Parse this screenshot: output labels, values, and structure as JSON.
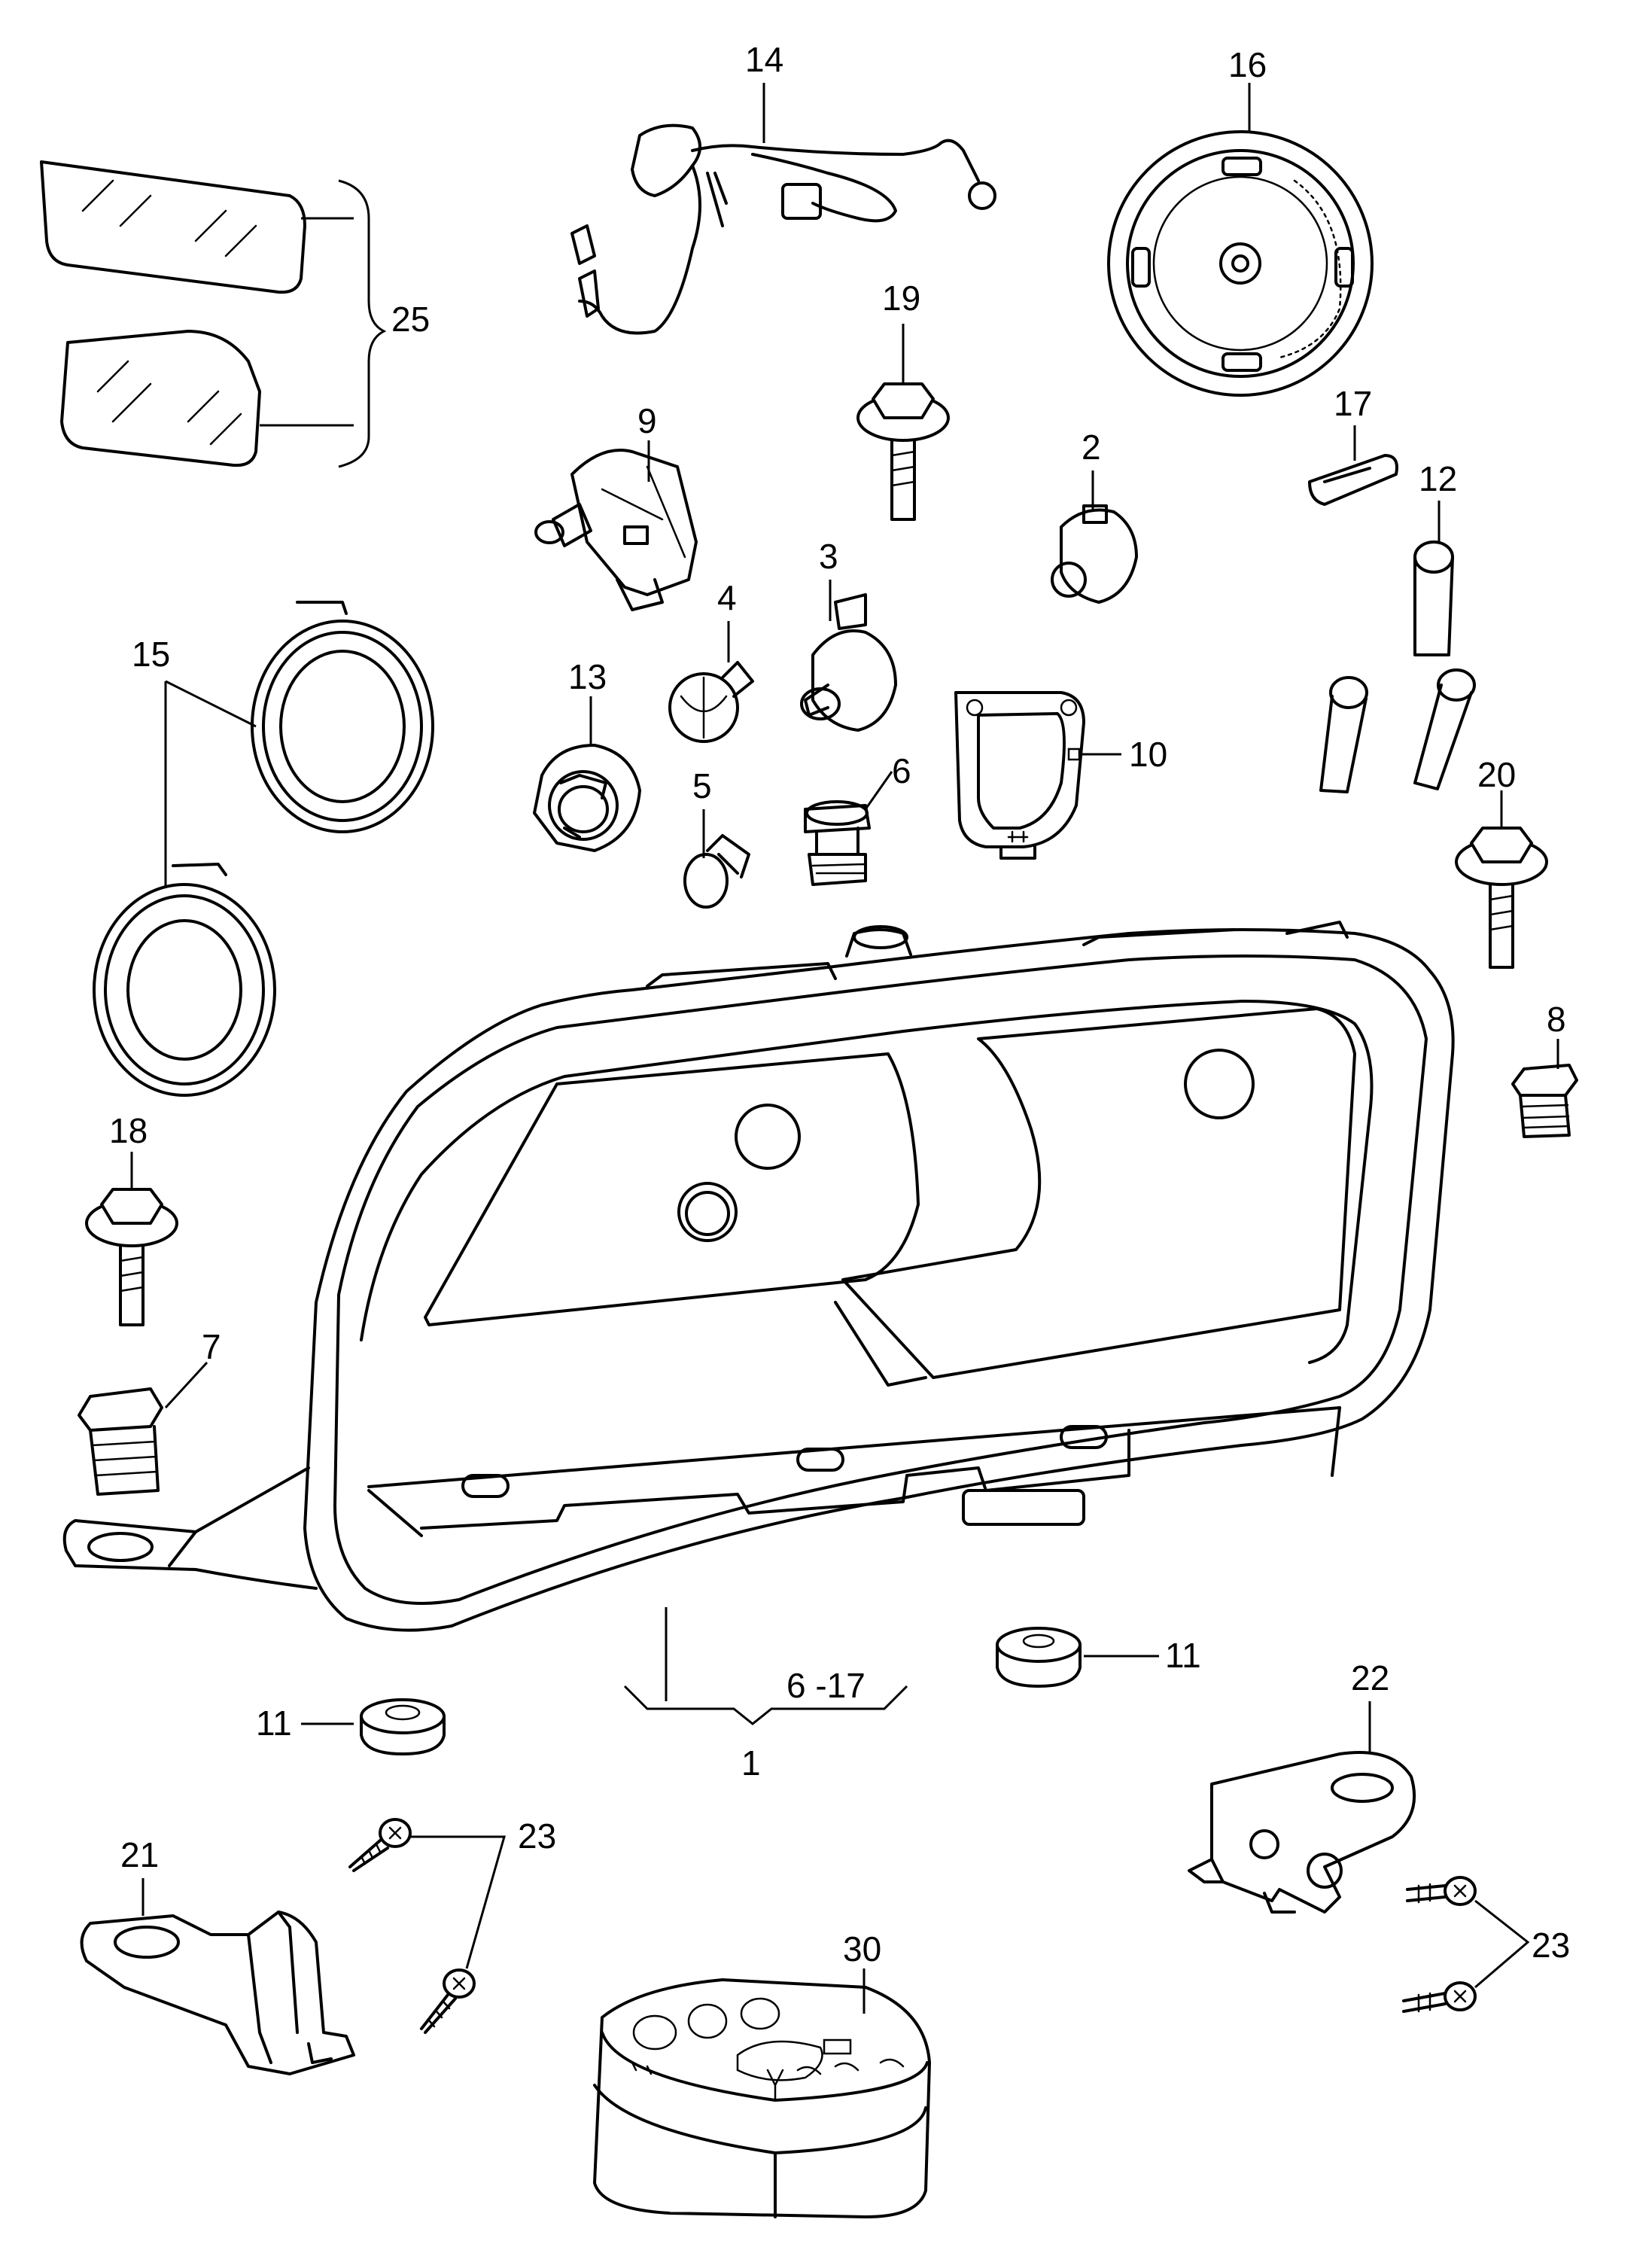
{
  "labels": {
    "l1": "1",
    "l2": "2",
    "l3": "3",
    "l4": "4",
    "l5": "5",
    "l6": "6",
    "l7": "7",
    "l8": "8",
    "l9": "9",
    "l10": "10",
    "l11a": "11",
    "l11b": "11",
    "l12": "12",
    "l13": "13",
    "l14": "14",
    "l15": "15",
    "l16": "16",
    "l17": "17",
    "l18": "18",
    "l19": "19",
    "l20": "20",
    "l21": "21",
    "l22": "22",
    "l23a": "23",
    "l23b": "23",
    "l25": "25",
    "l30": "30",
    "range": "6 -17"
  }
}
